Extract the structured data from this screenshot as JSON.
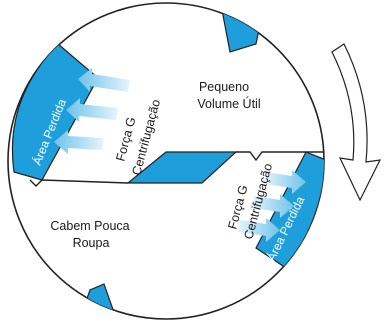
{
  "labels": {
    "lost_area_top": "Área Perdida",
    "lost_area_bottom": "Área Perdida",
    "g_force_top_line1": "Força G",
    "g_force_top_line2": "Centrifugação",
    "g_force_bottom_line1": "Força G",
    "g_force_bottom_line2": "Centrifugação",
    "small_volume_line1": "Pequeno",
    "small_volume_line2": "Volume Útil",
    "little_clothes_line1": "Cabem Pouca",
    "little_clothes_line2": "Roupa"
  },
  "colors": {
    "accent_blue": "#1e9fdc",
    "light_blue": "#a9d8f0",
    "outline": "#222222"
  },
  "icons": {
    "rotation_arrow": "curved-arrow-down"
  }
}
